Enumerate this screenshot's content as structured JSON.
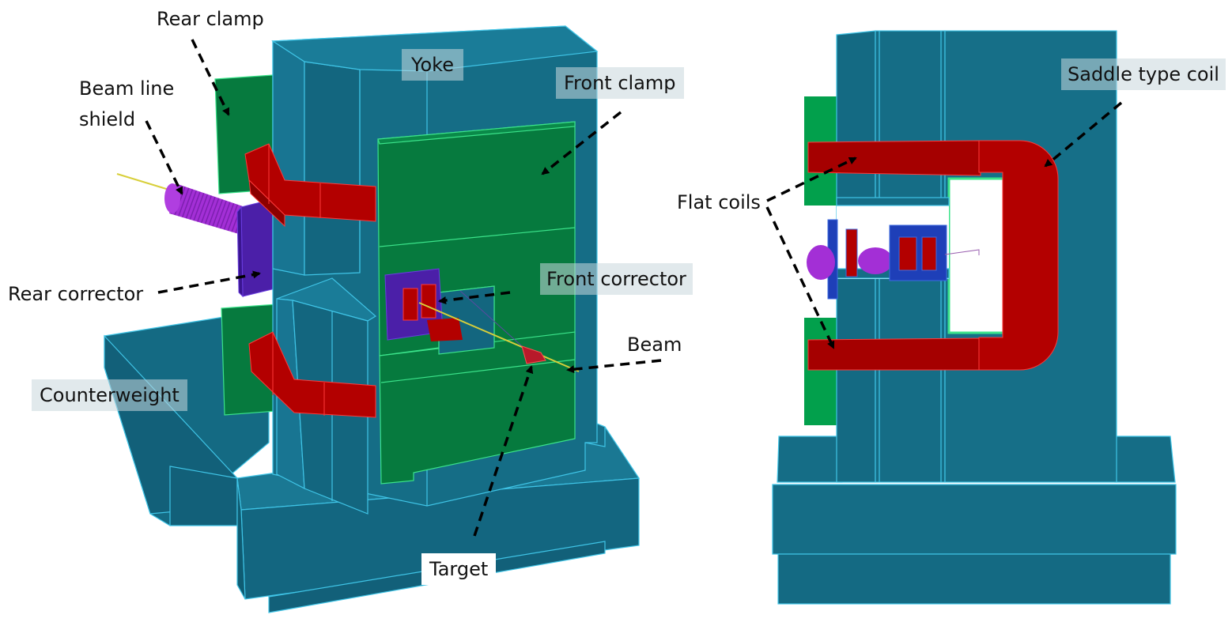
{
  "figure": {
    "views": [
      {
        "id": "perspective-view",
        "description": "3D isometric view of dipole magnet assembly"
      },
      {
        "id": "side-view",
        "description": "Side view of dipole magnet assembly"
      }
    ],
    "colors": {
      "yoke": "#156d86",
      "yoke_dark": "#11607a",
      "yoke_edge": "#3fc4e6",
      "clamp": "#067a3e",
      "clamp_edge": "#3be38a",
      "coil": "#b30000",
      "coil_dark": "#8c0000",
      "corrector": "#4b1fa8",
      "corrector_side": "#1e3fb8",
      "shield": "#a32fd6",
      "beam": "#d8cf3a",
      "arrow": "#000000"
    }
  },
  "labels": {
    "rear_clamp": "Rear clamp",
    "beam_line_shield": "Beam line\nshield",
    "beam_line_shield_1": "Beam line",
    "beam_line_shield_2": "shield",
    "yoke": "Yoke",
    "front_clamp": "Front clamp",
    "rear_corrector": "Rear corrector",
    "front_corrector": "Front corrector",
    "beam": "Beam",
    "counterweight": "Counterweight",
    "target": "Target",
    "saddle_type_coil": "Saddle type coil",
    "flat_coils": "Flat coils"
  }
}
